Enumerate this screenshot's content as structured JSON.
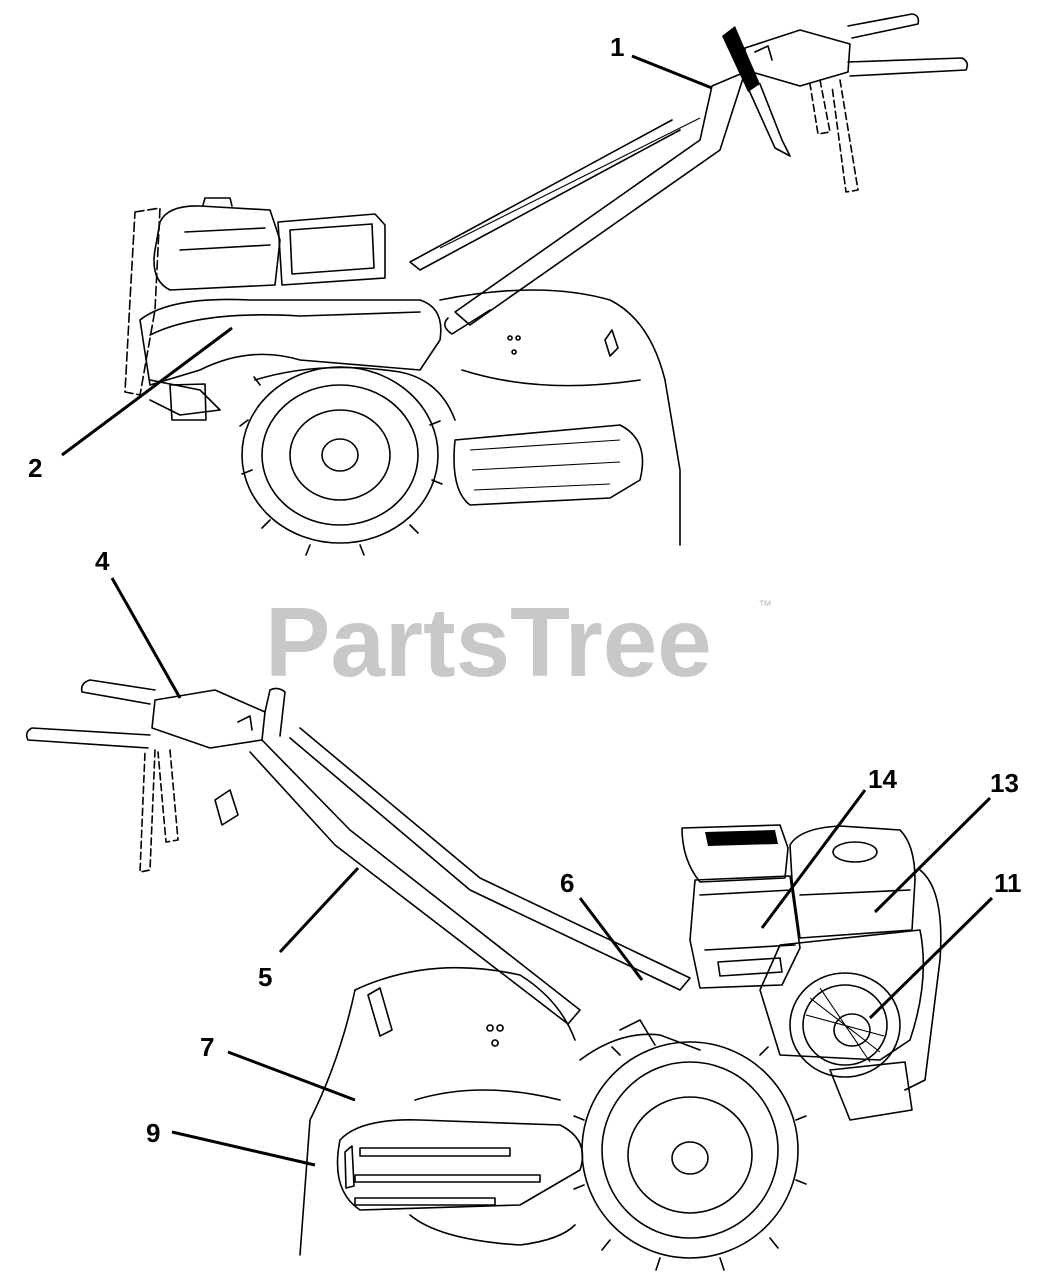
{
  "watermark": {
    "text": "PartsTree",
    "trademark": "™"
  },
  "callouts": {
    "c1": "1",
    "c2": "2",
    "c4": "4",
    "c5": "5",
    "c6": "6",
    "c7": "7",
    "c9": "9",
    "c11": "11",
    "c13": "13",
    "c14": "14"
  }
}
